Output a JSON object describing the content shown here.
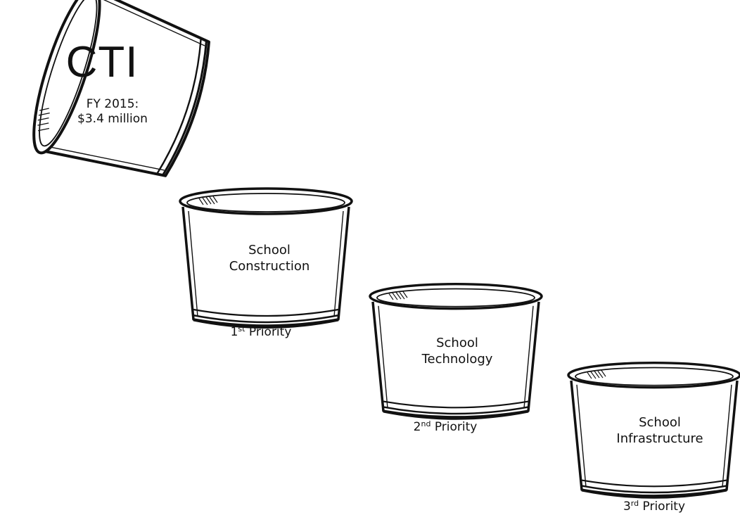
{
  "source": {
    "label": "CTI",
    "fiscal_year": "FY 2015:",
    "amount": "$3.4 million"
  },
  "buckets": [
    {
      "line1": "School",
      "line2": "Construction",
      "priority_num": "1",
      "priority_suffix": "st",
      "priority_word": "Priority"
    },
    {
      "line1": "School",
      "line2": "Technology",
      "priority_num": "2",
      "priority_suffix": "nd",
      "priority_word": "Priority"
    },
    {
      "line1": "School",
      "line2": "Infrastructure",
      "priority_num": "3",
      "priority_suffix": "rd",
      "priority_word": "Priority"
    }
  ]
}
